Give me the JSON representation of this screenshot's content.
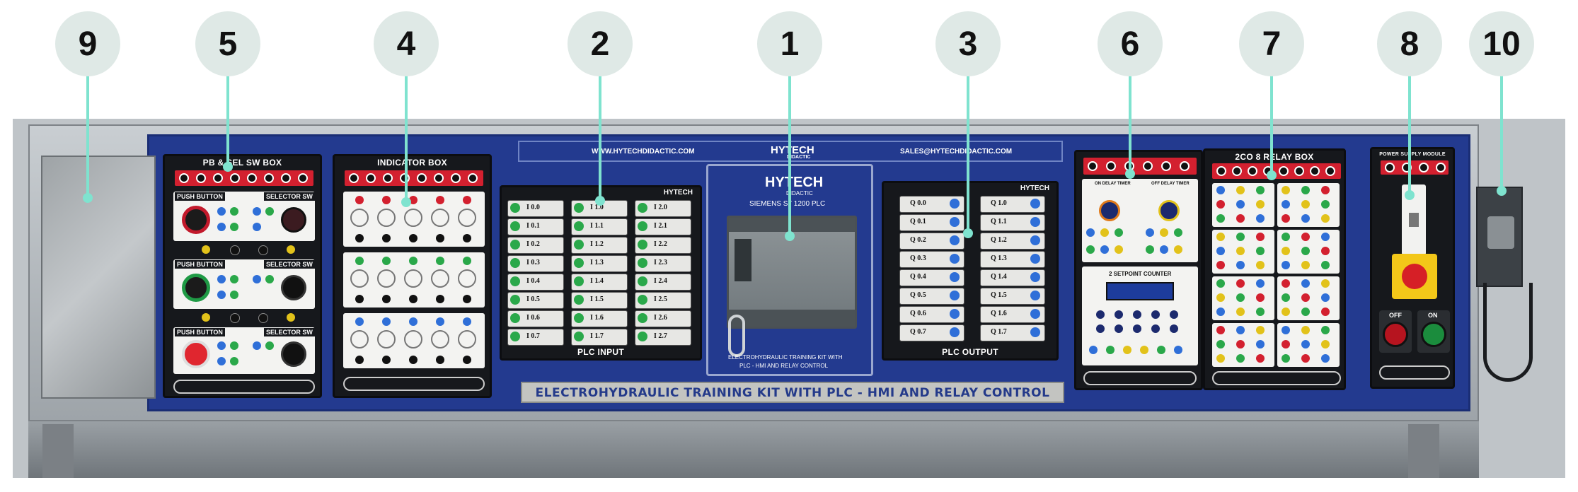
{
  "callouts": [
    "9",
    "5",
    "4",
    "2",
    "1",
    "3",
    "6",
    "7",
    "8",
    "10"
  ],
  "header": {
    "website": "WWW.HYTECHDIDACTIC.COM",
    "email": "SALES@HYTECHDIDACTIC.COM",
    "brand": "HYTECH",
    "brand_sub": "DIDACTIC"
  },
  "modules": {
    "pb_sel_sw_box": {
      "title": "PB & SEL SW BOX",
      "push_button_label": "PUSH BUTTON",
      "selector_label": "SELECTOR SW"
    },
    "indicator_box": {
      "title": "INDICATOR BOX"
    },
    "plc_input": {
      "title": "PLC INPUT",
      "brand": "HYTECH",
      "col1": [
        "I 0.0",
        "I 0.1",
        "I 0.2",
        "I 0.3",
        "I 0.4",
        "I 0.5",
        "I 0.6",
        "I 0.7"
      ],
      "col2": [
        "I 1.0",
        "I 1.1",
        "I 1.2",
        "I 1.3",
        "I 1.4",
        "I 1.5",
        "I 1.6",
        "I 1.7"
      ],
      "col3": [
        "I 2.0",
        "I 2.1",
        "I 2.2",
        "I 2.3",
        "I 2.4",
        "I 2.5",
        "I 2.6",
        "I 2.7"
      ]
    },
    "plc": {
      "brand": "HYTECH",
      "brand_sub": "DIDACTIC",
      "model": "SIEMENS S7 1200 PLC",
      "kit_line1": "ELECTROHYDRAULIC TRAINING KIT WITH",
      "kit_line2": "PLC - HMI AND RELAY CONTROL"
    },
    "plc_output": {
      "title": "PLC OUTPUT",
      "brand": "HYTECH",
      "col1": [
        "Q 0.0",
        "Q 0.1",
        "Q 0.2",
        "Q 0.3",
        "Q 0.4",
        "Q 0.5",
        "Q 0.6",
        "Q 0.7"
      ],
      "col2": [
        "Q 1.0",
        "Q 1.1",
        "Q 1.2",
        "Q 1.3",
        "Q 1.4",
        "Q 1.5",
        "Q 1.6",
        "Q 1.7"
      ]
    },
    "timer_counter": {
      "on_delay": "ON DELAY TIMER",
      "off_delay": "OFF DELAY TIMER",
      "counter": "2 SETPOINT COUNTER"
    },
    "relay_box": {
      "title": "2CO 8 RELAY BOX"
    },
    "power_supply": {
      "title": "POWER SUPPLY MODULE",
      "off_label": "OFF",
      "on_label": "ON"
    }
  },
  "footer_plate": "ELECTROHYDRAULIC TRAINING KIT WITH PLC - HMI AND RELAY CONTROL",
  "colors": {
    "panel_blue": "#233a8f",
    "leader": "#7fe3cf",
    "callout_bg": "#dfe9e6",
    "socket_red": "#d3202f",
    "led_green": "#2aa84a",
    "led_blue": "#2f6fd8",
    "led_yellow": "#e2c21a"
  }
}
